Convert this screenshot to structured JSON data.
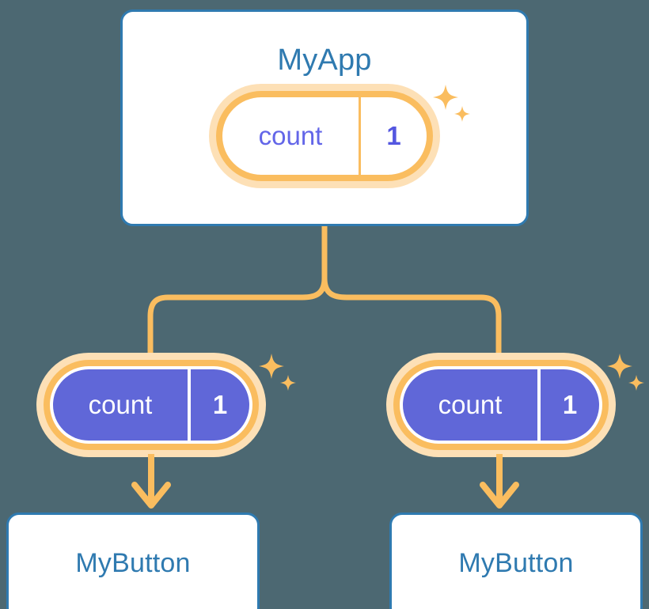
{
  "diagram": {
    "title_text": "MyApp",
    "background_color": "#4c6872",
    "accent_blue": "#2f7ab0",
    "accent_orange": "#fabd5f",
    "accent_orange_light": "#fde0b6",
    "accent_purple": "#6067d8",
    "accent_purple_text": "#6366e8"
  },
  "app_card": {
    "title": "MyApp",
    "state": {
      "key": "count",
      "value": "1"
    }
  },
  "children": [
    {
      "state": {
        "key": "count",
        "value": "1"
      },
      "card_title": "MyButton"
    },
    {
      "state": {
        "key": "count",
        "value": "1"
      },
      "card_title": "MyButton"
    }
  ]
}
